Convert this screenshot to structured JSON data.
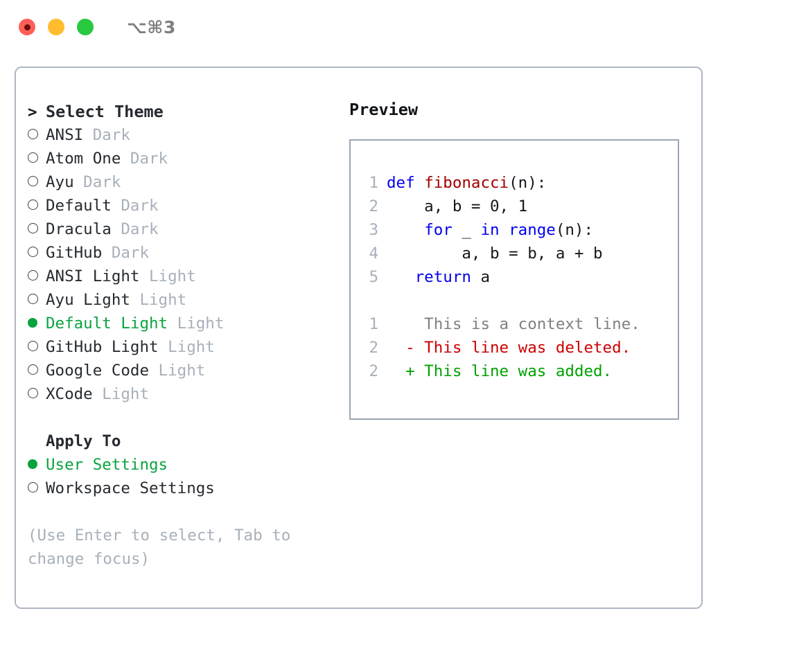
{
  "window": {
    "shortcut": "⌥⌘3",
    "traffic_lights": [
      {
        "name": "close-button",
        "color": "#ff5f57"
      },
      {
        "name": "minimize-button",
        "color": "#ffbd2e"
      },
      {
        "name": "maximize-button",
        "color": "#28c840"
      }
    ]
  },
  "colors": {
    "accent_green": "#0aa33f",
    "muted": "#a8b0bb",
    "border": "#aeb7c3",
    "code_keyword": "#0000ee",
    "code_function": "#a00000",
    "diff_deleted": "#cc0000",
    "diff_added": "#00a000"
  },
  "theme_section": {
    "header_marker": ">",
    "header_label": "Select Theme",
    "items": [
      {
        "marker": "ring",
        "label": "ANSI",
        "suffix": "Dark",
        "selected": false
      },
      {
        "marker": "ring",
        "label": "Atom One",
        "suffix": "Dark",
        "selected": false
      },
      {
        "marker": "ring",
        "label": "Ayu",
        "suffix": "Dark",
        "selected": false
      },
      {
        "marker": "ring",
        "label": "Default",
        "suffix": "Dark",
        "selected": false
      },
      {
        "marker": "ring",
        "label": "Dracula",
        "suffix": "Dark",
        "selected": false
      },
      {
        "marker": "ring",
        "label": "GitHub",
        "suffix": "Dark",
        "selected": false
      },
      {
        "marker": "ring",
        "label": "ANSI Light",
        "suffix": "Light",
        "selected": false
      },
      {
        "marker": "ring",
        "label": "Ayu Light",
        "suffix": "Light",
        "selected": false
      },
      {
        "marker": "dot",
        "label": "Default Light",
        "suffix": "Light",
        "selected": true
      },
      {
        "marker": "ring",
        "label": "GitHub Light",
        "suffix": "Light",
        "selected": false
      },
      {
        "marker": "ring",
        "label": "Google Code",
        "suffix": "Light",
        "selected": false
      },
      {
        "marker": "ring",
        "label": "XCode",
        "suffix": "Light",
        "selected": false
      }
    ]
  },
  "apply_section": {
    "header_label": "Apply To",
    "items": [
      {
        "marker": "dot",
        "label": "User Settings",
        "selected": true
      },
      {
        "marker": "ring",
        "label": "Workspace Settings",
        "selected": false
      }
    ]
  },
  "hint": "(Use Enter to select, Tab to change focus)",
  "preview": {
    "title": "Preview",
    "code_lines": [
      {
        "no": "1",
        "tokens": [
          {
            "t": "def",
            "c": "kw"
          },
          {
            "t": " ",
            "c": "plain"
          },
          {
            "t": "fibonacci",
            "c": "fn"
          },
          {
            "t": "(n):",
            "c": "plain"
          }
        ]
      },
      {
        "no": "2",
        "tokens": [
          {
            "t": "    a, b = 0, 1",
            "c": "plain"
          }
        ]
      },
      {
        "no": "3",
        "tokens": [
          {
            "t": "    ",
            "c": "plain"
          },
          {
            "t": "for",
            "c": "kw"
          },
          {
            "t": " _ ",
            "c": "plain"
          },
          {
            "t": "in",
            "c": "kw"
          },
          {
            "t": " ",
            "c": "plain"
          },
          {
            "t": "range",
            "c": "kw"
          },
          {
            "t": "(n):",
            "c": "plain"
          }
        ]
      },
      {
        "no": "4",
        "tokens": [
          {
            "t": "        a, b = b, a + b",
            "c": "plain"
          }
        ]
      },
      {
        "no": "5",
        "tokens": [
          {
            "t": "   ",
            "c": "plain"
          },
          {
            "t": "return",
            "c": "kw"
          },
          {
            "t": " a",
            "c": "plain"
          }
        ]
      }
    ],
    "diff_lines": [
      {
        "no": "1",
        "marker": "  ",
        "text": "This is a context line.",
        "kind": "ctx"
      },
      {
        "no": "2",
        "marker": "- ",
        "text": "This line was deleted.",
        "kind": "del"
      },
      {
        "no": "2",
        "marker": "+ ",
        "text": "This line was added.",
        "kind": "add"
      }
    ]
  }
}
